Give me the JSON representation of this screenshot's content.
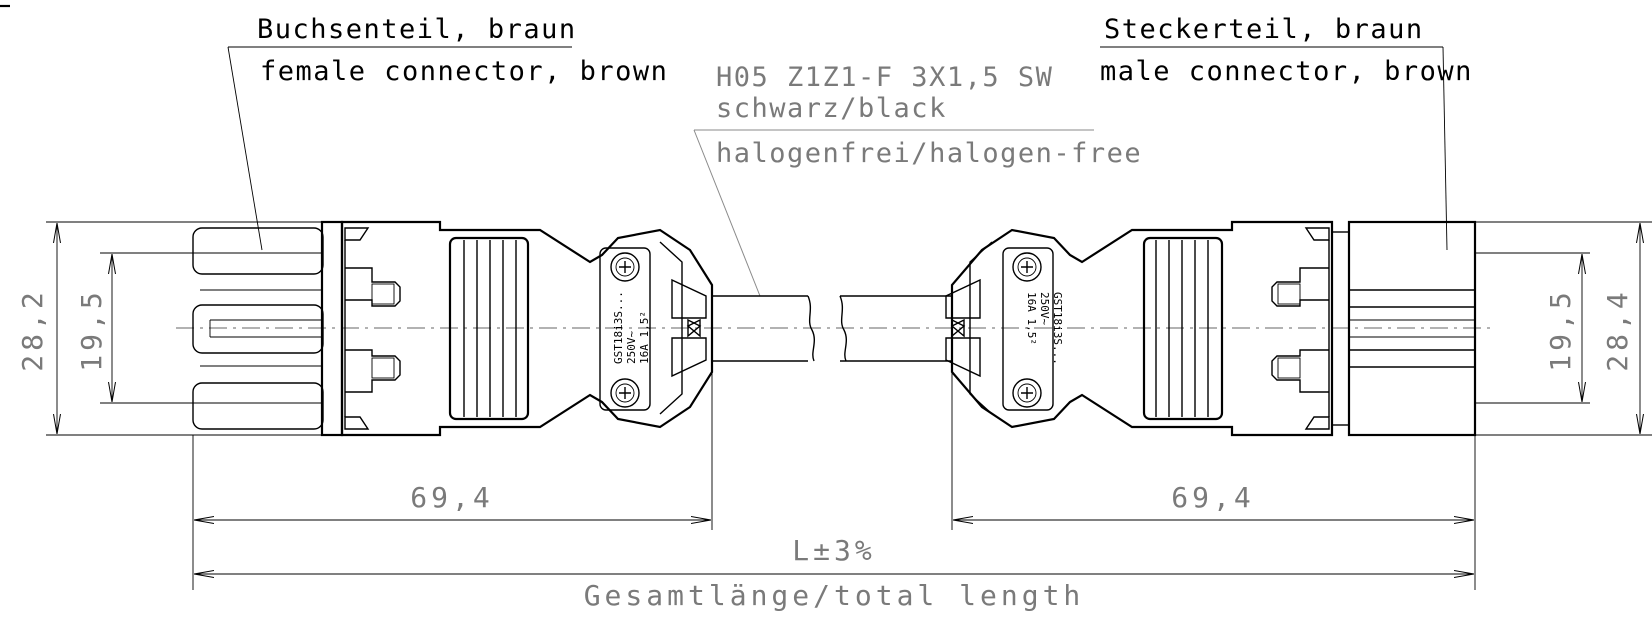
{
  "labels": {
    "female_de": "Buchsenteil, braun",
    "female_en": "female connector, brown",
    "male_de": "Steckerteil, braun",
    "male_en": "male connector, brown",
    "cable_type": "H05 Z1Z1-F 3X1,5 SW",
    "cable_color": "schwarz/black",
    "cable_halogen": "halogenfrei/halogen-free"
  },
  "dimensions": {
    "left_height": "28,2",
    "left_inner": "19,5",
    "right_inner": "19,5",
    "right_height": "28,4",
    "left_length": "69,4",
    "right_length": "69,4",
    "total": "L±3%",
    "total_caption": "Gesamtlänge/total length"
  },
  "connector_marking": {
    "line1": "GST18i3S...",
    "line2": "250V~",
    "line3": "16A 1,5²"
  }
}
